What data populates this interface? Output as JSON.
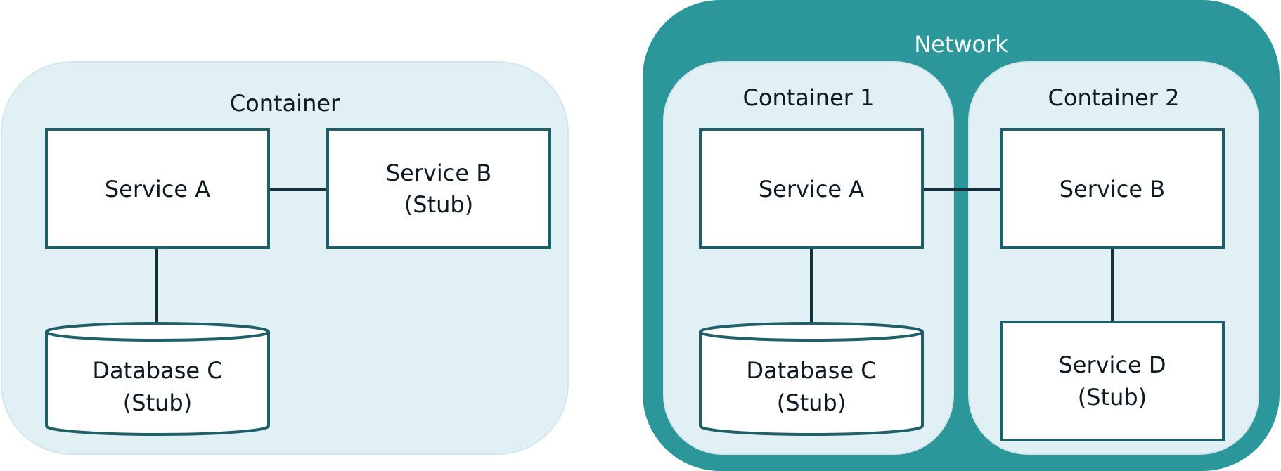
{
  "colors": {
    "container_fill": "#e1f0f4",
    "container_stroke": "#d2e6ec",
    "network_fill": "#2c979b",
    "box_stroke": "#1f5f67",
    "line": "#14303a",
    "text_dark": "#0d1a22",
    "text_light": "#ffffff"
  },
  "left": {
    "container_label": "Container",
    "service_a": "Service A",
    "service_b": [
      "Service B",
      "(Stub)"
    ],
    "database_c": [
      "Database C",
      "(Stub)"
    ]
  },
  "right": {
    "network_label": "Network",
    "container1_label": "Container 1",
    "container2_label": "Container 2",
    "service_a": "Service A",
    "service_b": "Service B",
    "database_c": [
      "Database C",
      "(Stub)"
    ],
    "service_d": [
      "Service D",
      "(Stub)"
    ]
  }
}
